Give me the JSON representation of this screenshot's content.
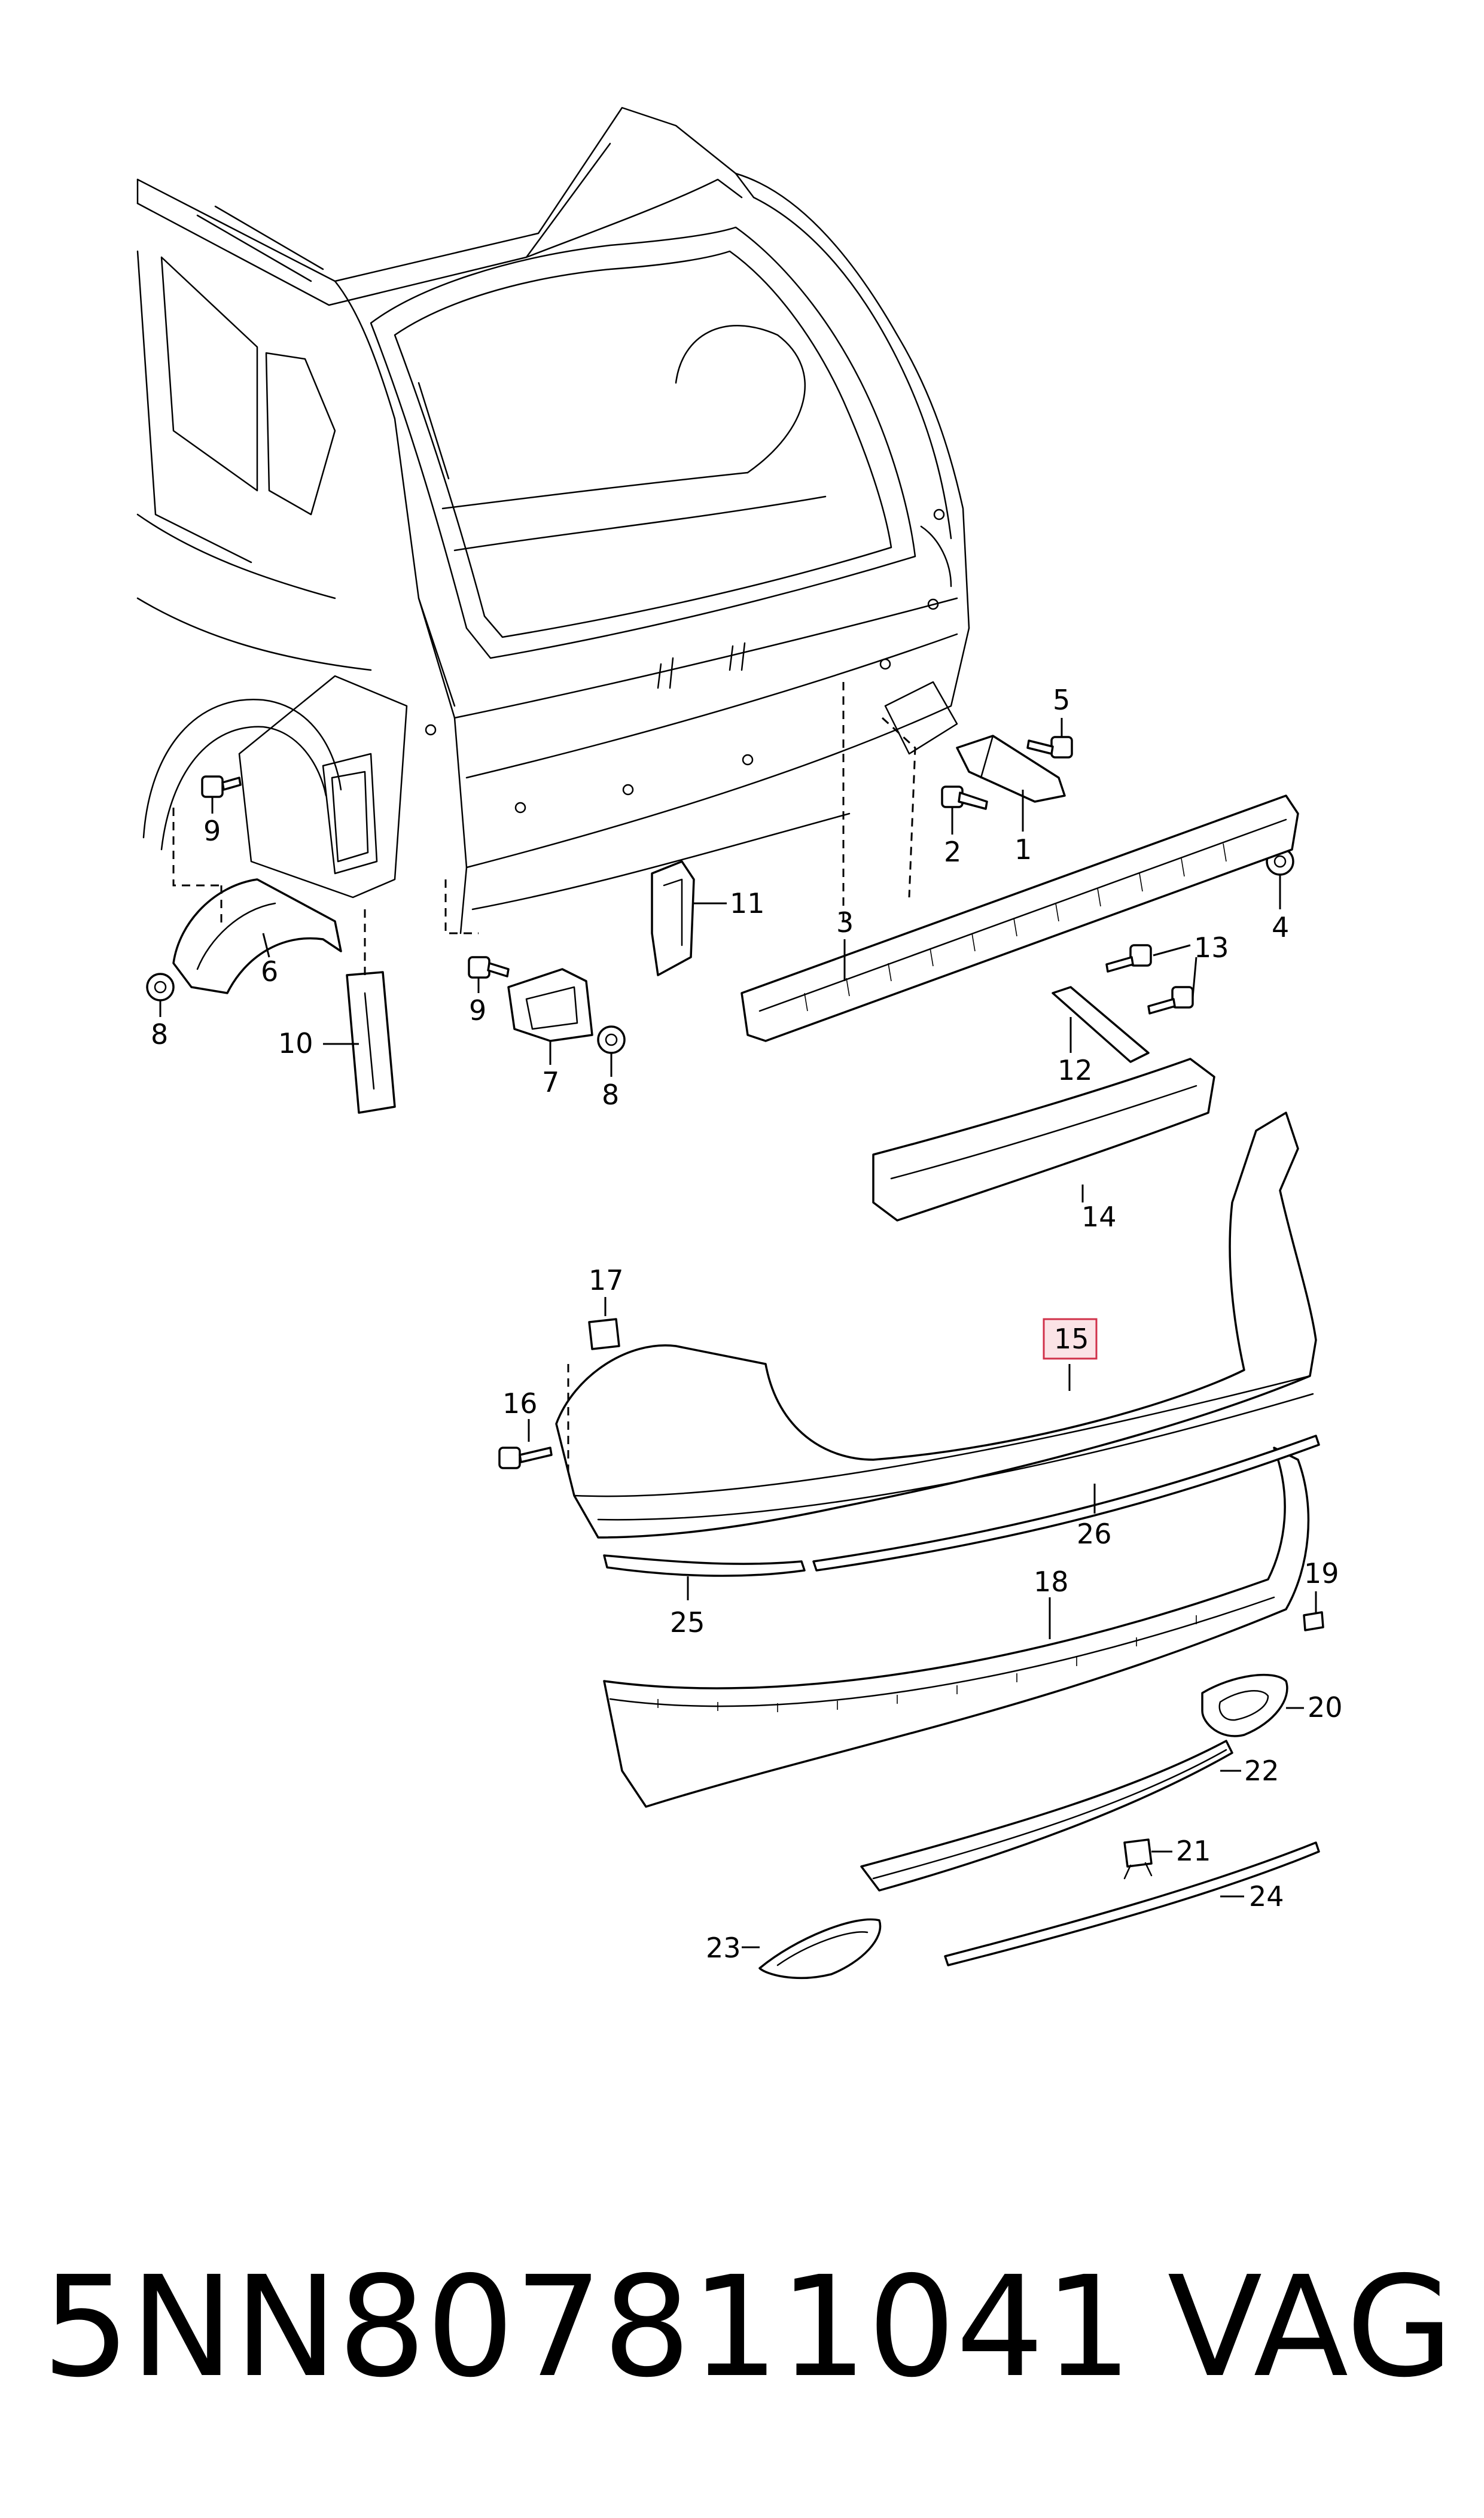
{
  "callouts": {
    "c1": "1",
    "c2": "2",
    "c3": "3",
    "c4": "4",
    "c5": "5",
    "c6": "6",
    "c7": "7",
    "c8": "8",
    "c9": "9",
    "c10": "10",
    "c11": "11",
    "c12": "12",
    "c13": "13",
    "c14": "14",
    "c15": "15",
    "c16": "16",
    "c17": "17",
    "c18": "18",
    "c19": "19",
    "c20": "20",
    "c21": "21",
    "c22": "22",
    "c23": "23",
    "c24": "24",
    "c25": "25",
    "c26": "26"
  },
  "highlighted_callout": "15",
  "highlight_color": "#d0314a",
  "footer": {
    "part_number": "5NN807811041",
    "brand": "VAG"
  }
}
